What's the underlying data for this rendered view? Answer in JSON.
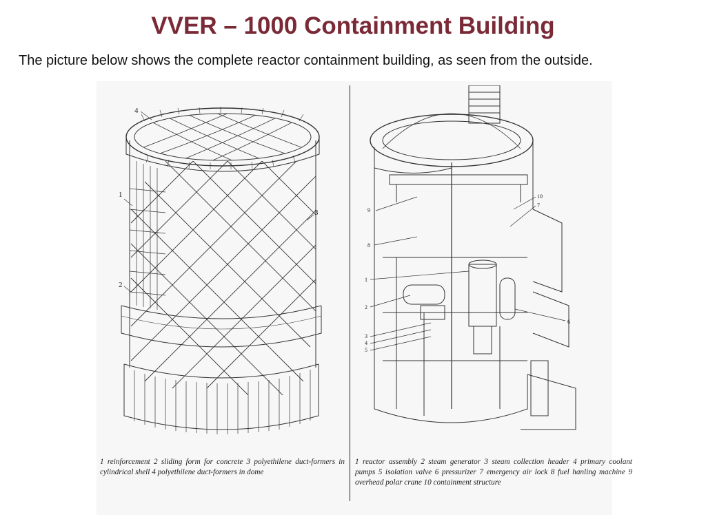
{
  "slide": {
    "title": "VVER – 1000 Containment Building",
    "subtitle": "The picture below shows the complete reactor containment building, as seen from the outside."
  },
  "left_figure": {
    "callouts": [
      "4",
      "1",
      "3",
      "2"
    ],
    "caption": "1 reinforcement 2 sliding form for concrete 3 polyethilene duct-formers in cylindrical shell 4 polyethilene duct-formers in dome"
  },
  "right_figure": {
    "callouts": [
      "9",
      "10",
      "7",
      "8",
      "1",
      "2",
      "3",
      "4",
      "5",
      "6"
    ],
    "caption": "1 reactor assembly 2 steam generator 3 steam collection header 4 primary coolant pumps 5 isolation valve 6 pressurizer 7 emergency air lock 8 fuel hanling machine 9 overhead polar crane 10 containment structure"
  }
}
